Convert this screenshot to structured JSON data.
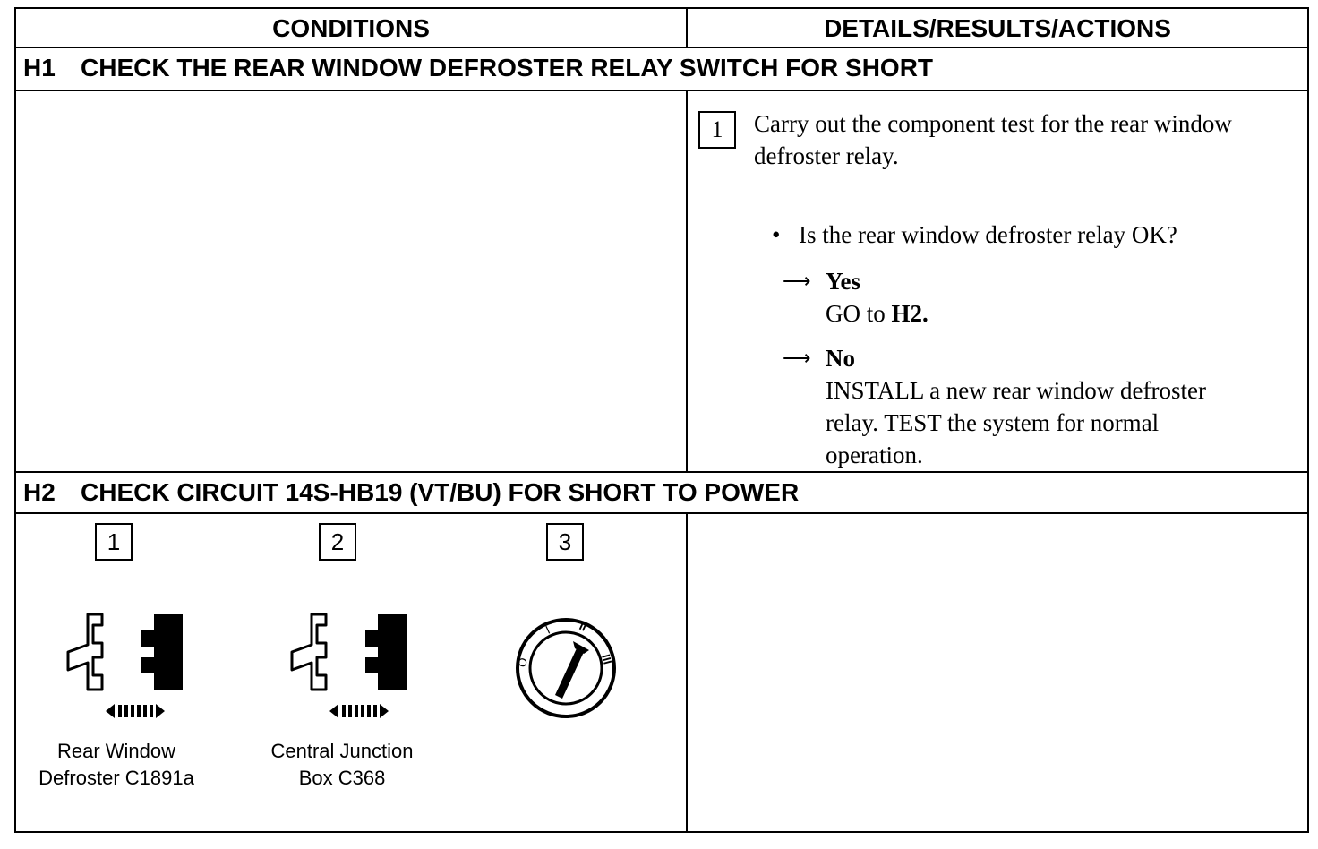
{
  "table": {
    "headers": [
      "CONDITIONS",
      "DETAILS/RESULTS/ACTIONS"
    ]
  },
  "h1": {
    "id": "H1",
    "title": "CHECK THE REAR WINDOW DEFROSTER RELAY SWITCH FOR SHORT",
    "step_number": "1",
    "instruction_line1": "Carry out the component test for the rear window",
    "instruction_line2": "defroster relay.",
    "question": "Is the rear window defroster relay OK?",
    "yes": {
      "label": "Yes",
      "action_prefix": "GO to ",
      "action_target": "H2."
    },
    "no": {
      "label": "No",
      "action_lines": [
        "INSTALL a new rear window defroster",
        "relay. TEST the system for normal",
        "operation."
      ]
    }
  },
  "h2": {
    "id": "H2",
    "title": "CHECK CIRCUIT 14S-HB19 (VT/BU) FOR SHORT TO POWER",
    "steps": [
      {
        "number": "1",
        "icon": "connector-disconnect-icon",
        "label_lines": [
          "Rear Window",
          "Defroster C1891a"
        ]
      },
      {
        "number": "2",
        "icon": "connector-disconnect-icon",
        "label_lines": [
          "Central Junction",
          "Box C368"
        ]
      },
      {
        "number": "3",
        "icon": "ignition-switch-icon",
        "label_lines": [],
        "positions": [
          "O",
          "I",
          "II",
          "III"
        ]
      }
    ]
  }
}
